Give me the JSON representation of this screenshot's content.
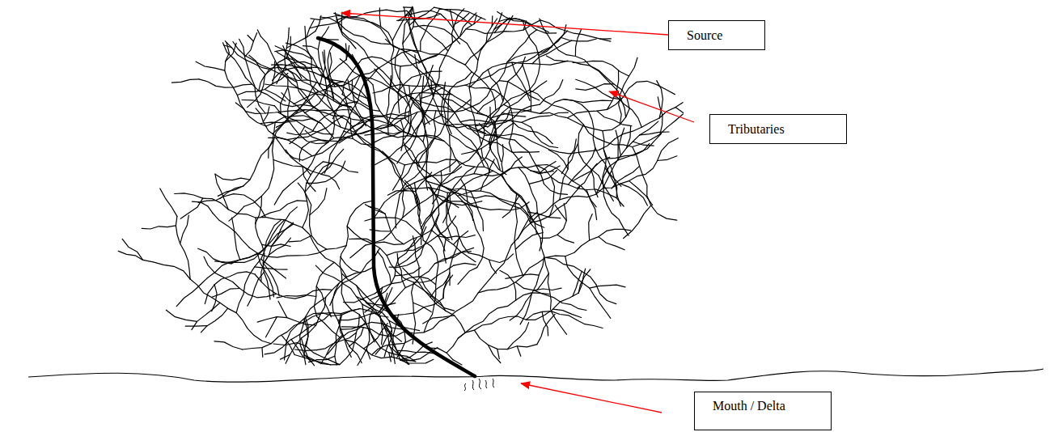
{
  "diagram": {
    "nodes": [
      {
        "text": [
          "Source"
        ]
      },
      {
        "text": [
          "Tributaries"
        ]
      },
      {
        "text": [
          "Mouth / Delta"
        ]
      }
    ]
  }
}
